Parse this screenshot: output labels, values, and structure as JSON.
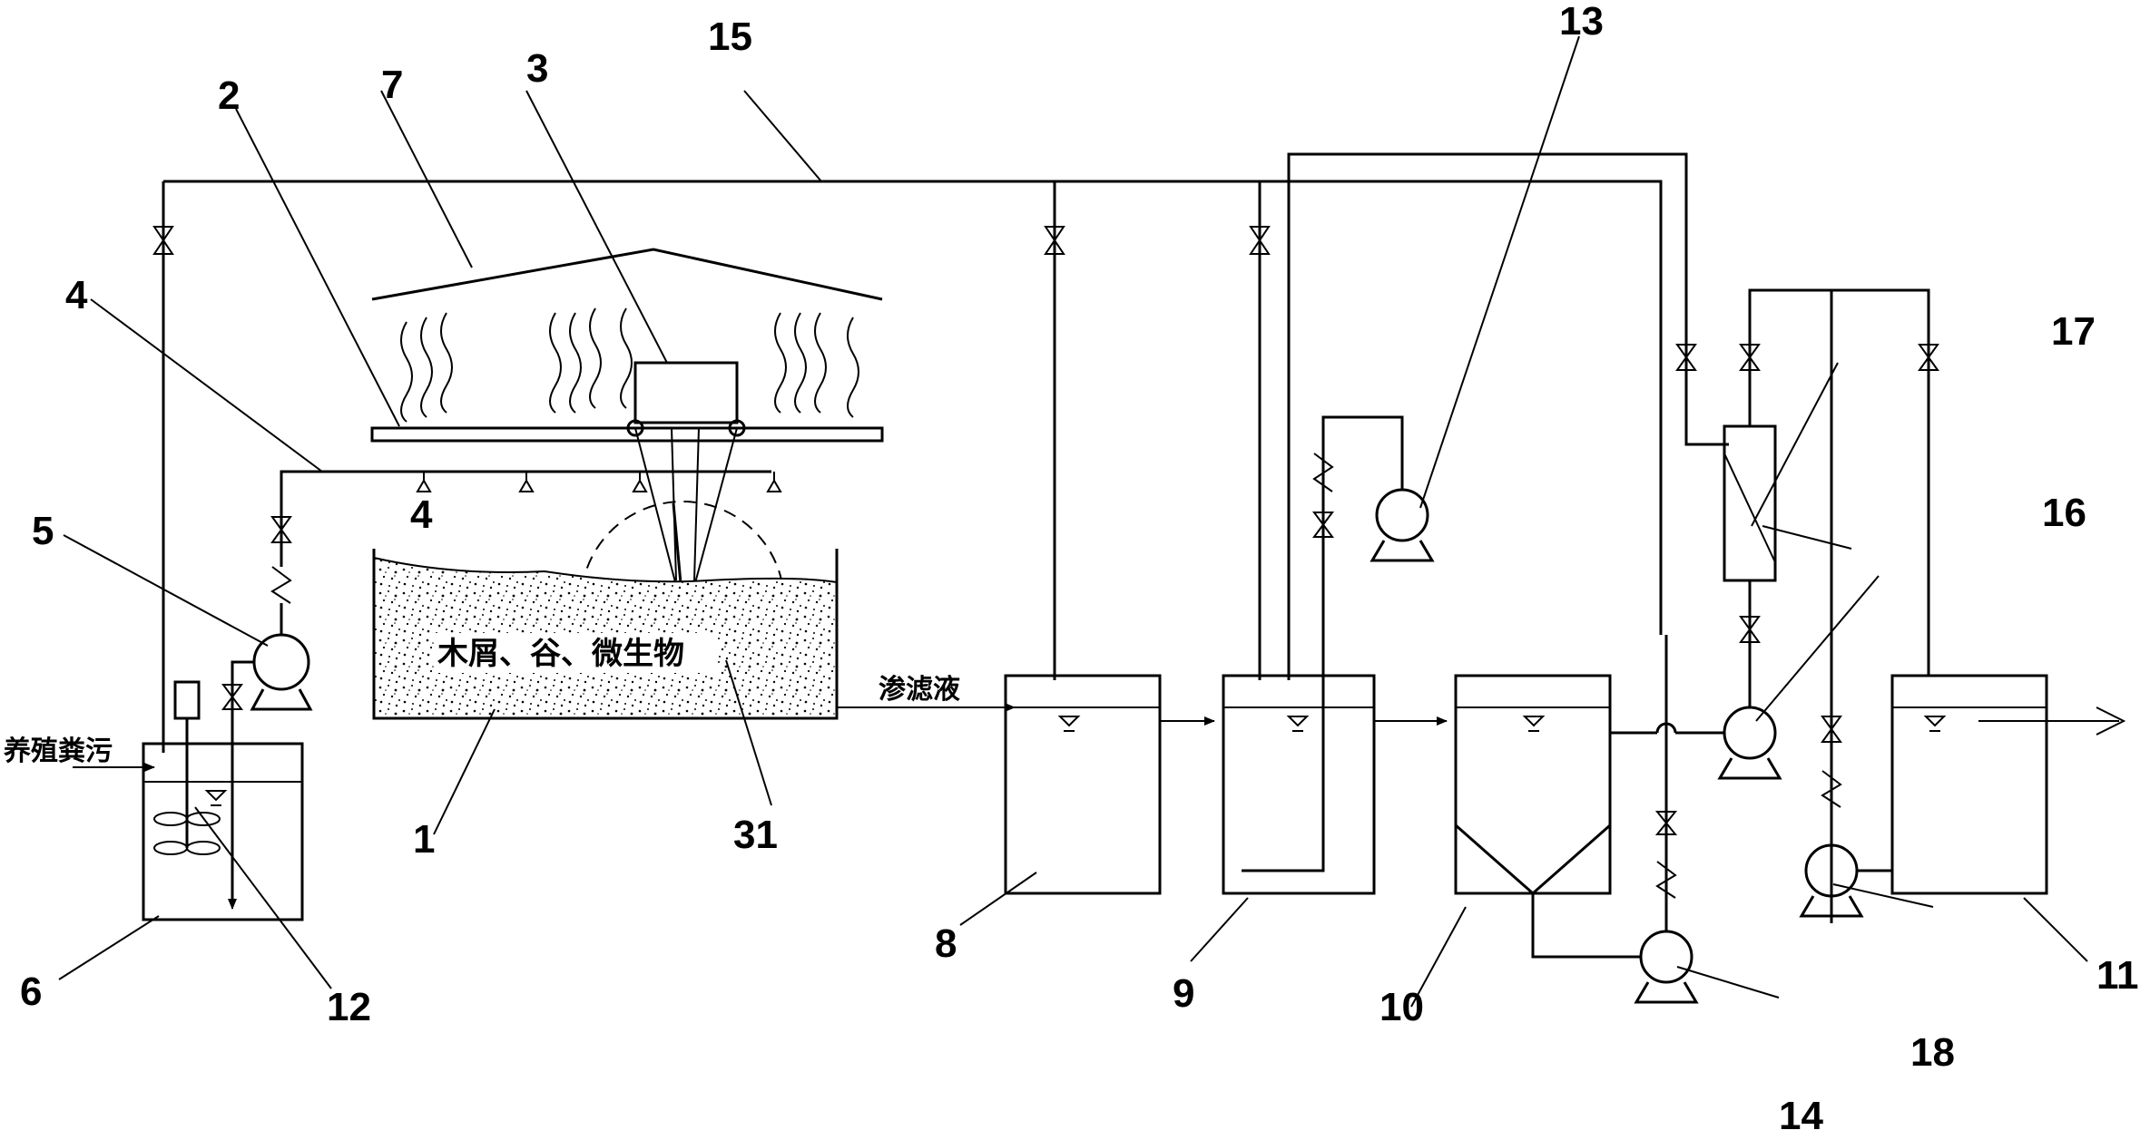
{
  "labels": {
    "n1": "1",
    "n2": "2",
    "n3": "3",
    "n4": "4",
    "n4b": "4",
    "n5": "5",
    "n6": "6",
    "n7": "7",
    "n8": "8",
    "n9": "9",
    "n10": "10",
    "n11": "11",
    "n12": "12",
    "n13": "13",
    "n14": "14",
    "n15": "15",
    "n16": "16",
    "n17": "17",
    "n18": "18",
    "n31": "31"
  },
  "text": {
    "substrate": "木屑、谷、微生物",
    "filtrate": "渗滤液",
    "manure": "养殖粪污"
  }
}
